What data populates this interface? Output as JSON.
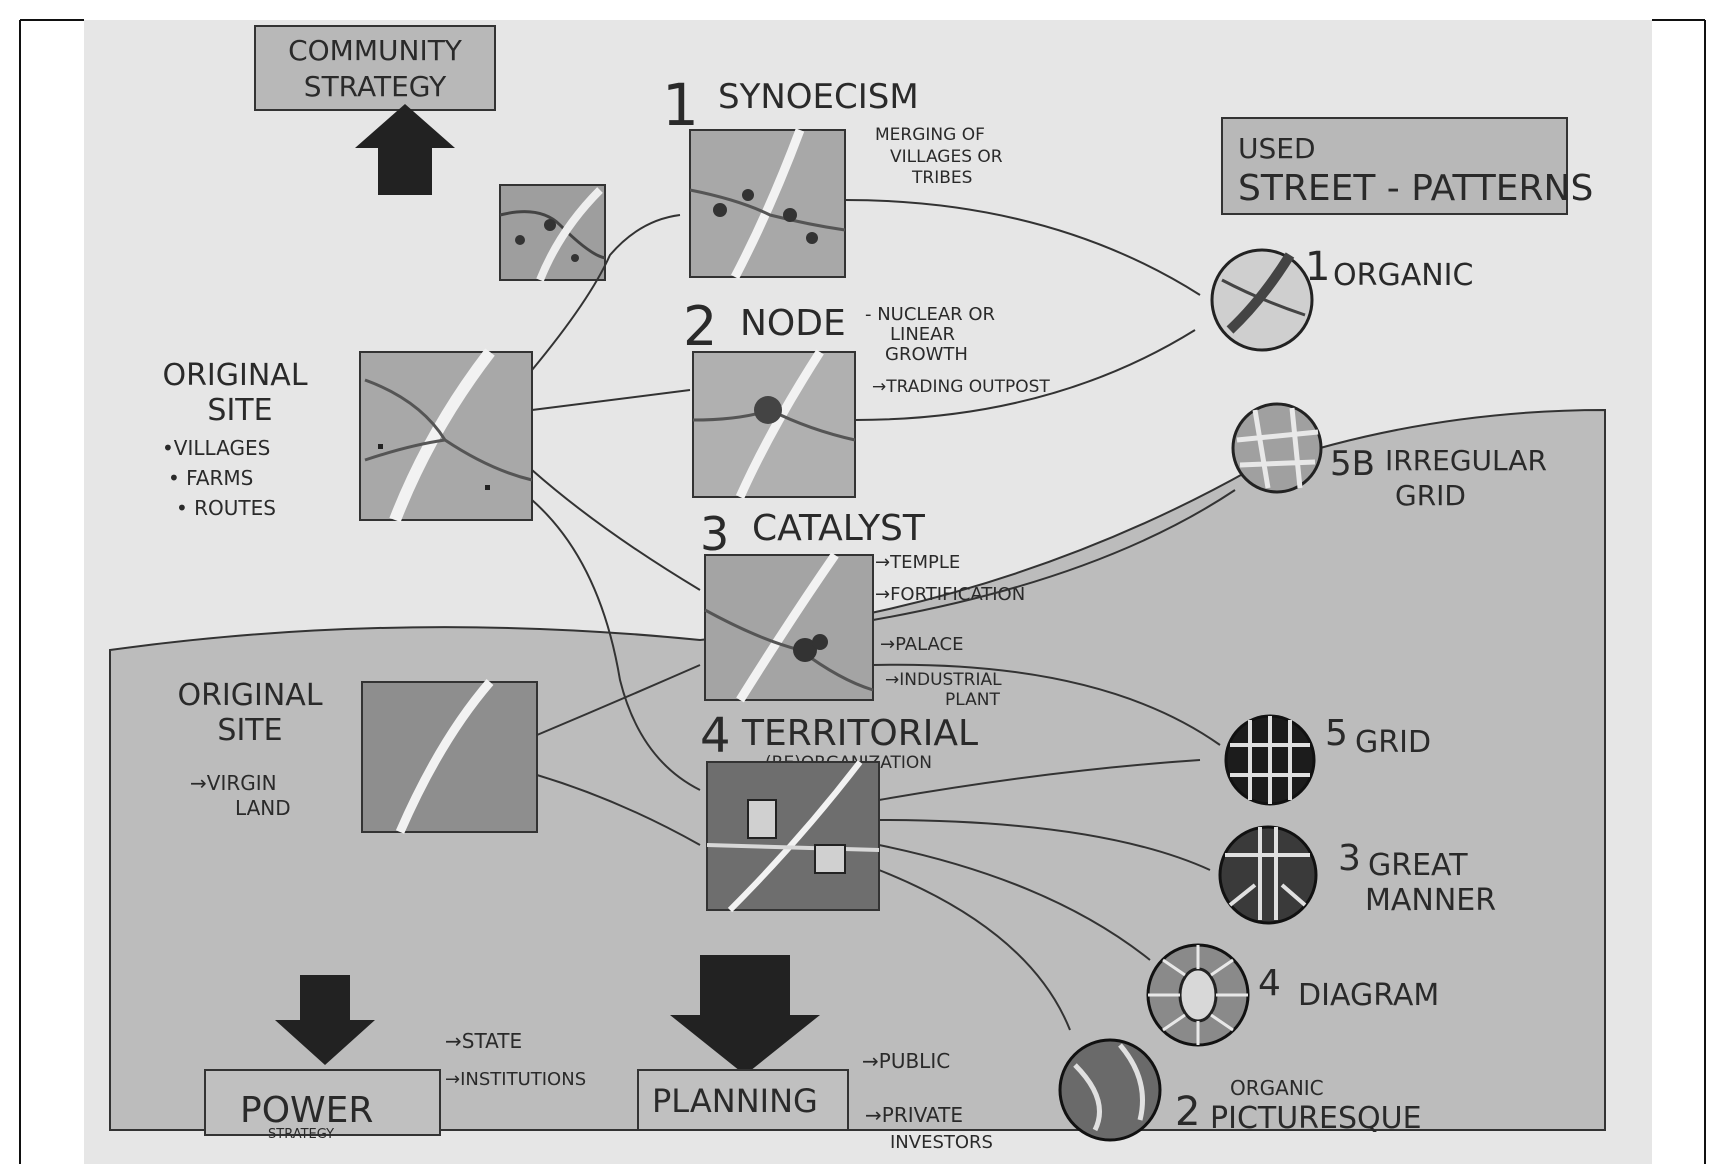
{
  "top_left_box": {
    "line1": "COMMUNITY",
    "line2": "STRATEGY"
  },
  "sites": {
    "original_site_1": {
      "title1": "ORIGINAL",
      "title2": "SITE",
      "items": [
        "•VILLAGES",
        "• FARMS",
        "• ROUTES"
      ]
    },
    "original_site_2": {
      "title1": "ORIGINAL",
      "title2": "SITE",
      "items": [
        "→VIRGIN",
        "LAND"
      ]
    }
  },
  "stages": [
    {
      "number": "1",
      "title": "SYNOECISM",
      "notes": [
        "MERGING OF",
        "VILLAGES OR",
        "TRIBES"
      ]
    },
    {
      "number": "2",
      "title": "NODE",
      "notes": [
        "- NUCLEAR OR",
        "LINEAR",
        "GROWTH",
        "→TRADING OUTPOST"
      ]
    },
    {
      "number": "3",
      "title": "CATALYST",
      "notes": [
        "→TEMPLE",
        "→FORTIFICATION",
        "→PALACE",
        "→INDUSTRIAL",
        "PLANT"
      ]
    },
    {
      "number": "4",
      "title": "TERRITORIAL",
      "subtitle": "(RE)ORGANIZATION"
    }
  ],
  "patterns_box": {
    "line1": "USED",
    "line2": "STREET - PATTERNS"
  },
  "patterns": [
    {
      "number": "1",
      "label1": "ORGANIC",
      "label2": ""
    },
    {
      "number": "5B",
      "label1": "IRREGULAR",
      "label2": "GRID"
    },
    {
      "number": "5",
      "label1": "GRID",
      "label2": ""
    },
    {
      "number": "3",
      "label1": "GREAT",
      "label2": "MANNER"
    },
    {
      "number": "4",
      "label1": "DIAGRAM",
      "label2": ""
    },
    {
      "number": "2",
      "label1": "ORGANIC",
      "label2": "PICTURESQUE"
    }
  ],
  "bottom": {
    "power": {
      "label": "POWER",
      "sub": "STRATEGY",
      "notes": [
        "→STATE",
        "→INSTITUTIONS"
      ]
    },
    "planning": {
      "label": "PLANNING",
      "notes": [
        "→PUBLIC",
        "→PRIVATE",
        "INVESTORS"
      ]
    }
  }
}
